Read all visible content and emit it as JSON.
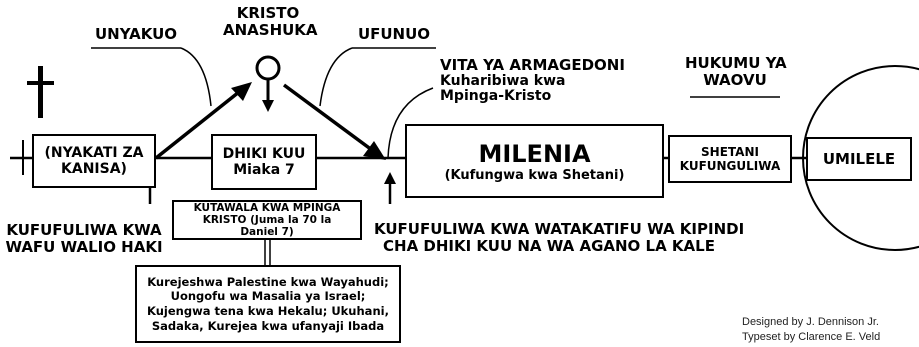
{
  "labels": {
    "unyakuo": "UNYAKUO",
    "kristo_line1": "KRISTO",
    "kristo_line2": "ANASHUKA",
    "ufunuo": "UFUNUO",
    "vita_line1": "VITA YA ARMAGEDONI",
    "vita_line2": "Kuharibiwa kwa",
    "vita_line3": "Mpinga-Kristo",
    "hukumu_line1": "HUKUMU YA",
    "hukumu_line2": "WAOVU",
    "kufufuliwa_haki_line1": "KUFUFULIWA KWA",
    "kufufuliwa_haki_line2": "WAFU WALIO HAKI",
    "kufufuliwa_watakatifu_line1": "KUFUFULIWA KWA WATAKATIFU WA KIPINDI",
    "kufufuliwa_watakatifu_line2": "CHA DHIKI KUU NA WA AGANO LA KALE"
  },
  "boxes": {
    "nyakati_line1": "(NYAKATI ZA",
    "nyakati_line2": "KANISA)",
    "dhiki_line1": "DHIKI KUU",
    "dhiki_line2": "Miaka 7",
    "milenia_title": "MILENIA",
    "milenia_subtitle": "(Kufungwa kwa Shetani)",
    "shetani_line1": "SHETANI",
    "shetani_line2": "KUFUNGULIWA",
    "umilele": "UMILELE",
    "kutawala_line1": "KUTAWALA KWA MPINGA",
    "kutawala_line2": "KRISTO (Juma la 70 la",
    "kutawala_line3": "Daniel 7)",
    "kurejeshwa_line1": "Kurejeshwa Palestine kwa Wayahudi;",
    "kurejeshwa_line2": "Uongofu wa Masalia ya Israel;",
    "kurejeshwa_line3": "Kujengwa tena kwa Hekalu; Ukuhani,",
    "kurejeshwa_line4": "Sadaka, Kurejea kwa ufanyaji Ibada"
  },
  "credits": {
    "designed": "Designed by  J. Dennison Jr.",
    "typeset": "Typeset by  Clarence E. Veld"
  }
}
